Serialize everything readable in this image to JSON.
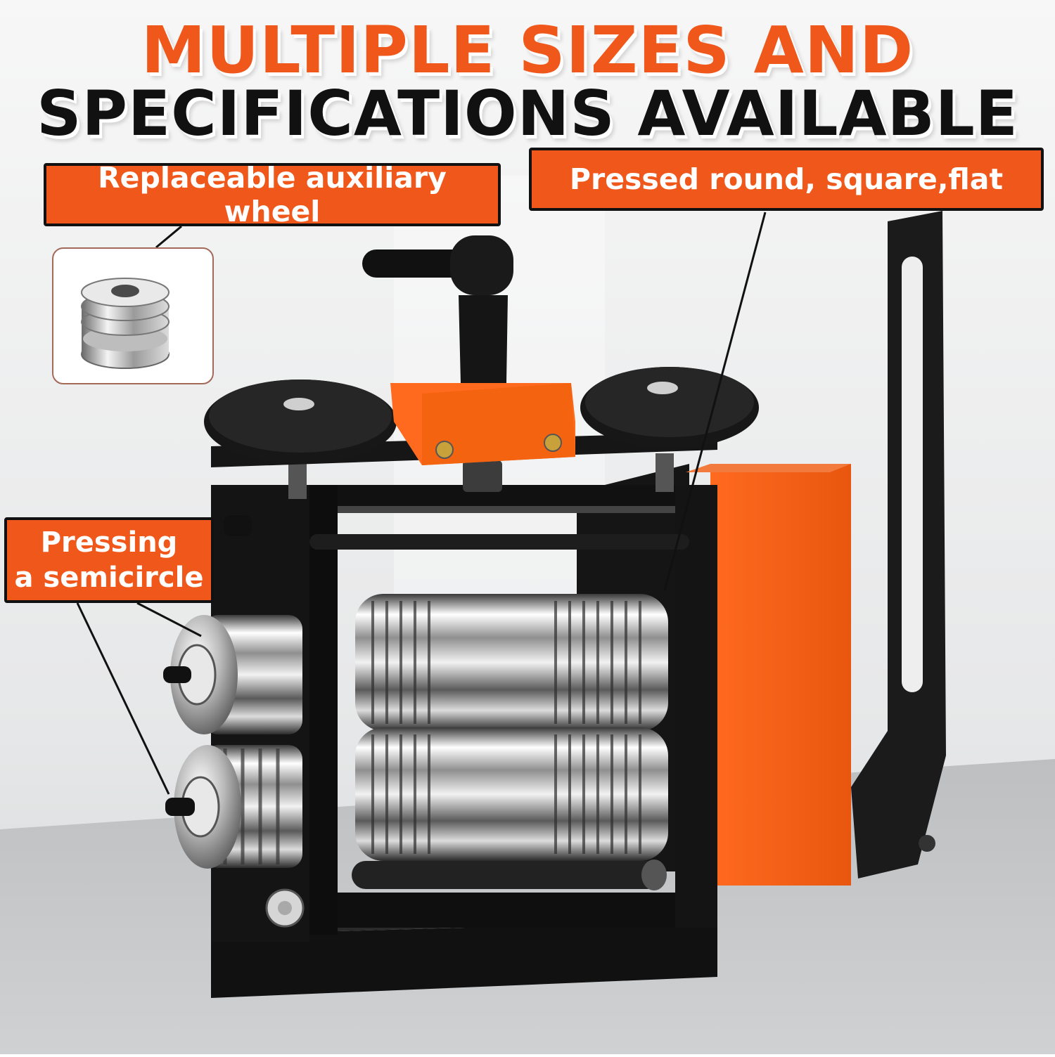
{
  "headline": {
    "line1": "MULTIPLE SIZES AND",
    "line2": "SPECIFICATIONS AVAILABLE"
  },
  "callouts": {
    "auxiliary_wheel": "Replaceable auxiliary wheel",
    "pressed_shapes": "Pressed round, square,flat",
    "semicircle_line1": "Pressing",
    "semicircle_line2": "a semicircle"
  },
  "colors": {
    "accent": "#f0571b",
    "dark": "#111111",
    "background": "#eef0f1",
    "table": "#c9cbcd"
  }
}
